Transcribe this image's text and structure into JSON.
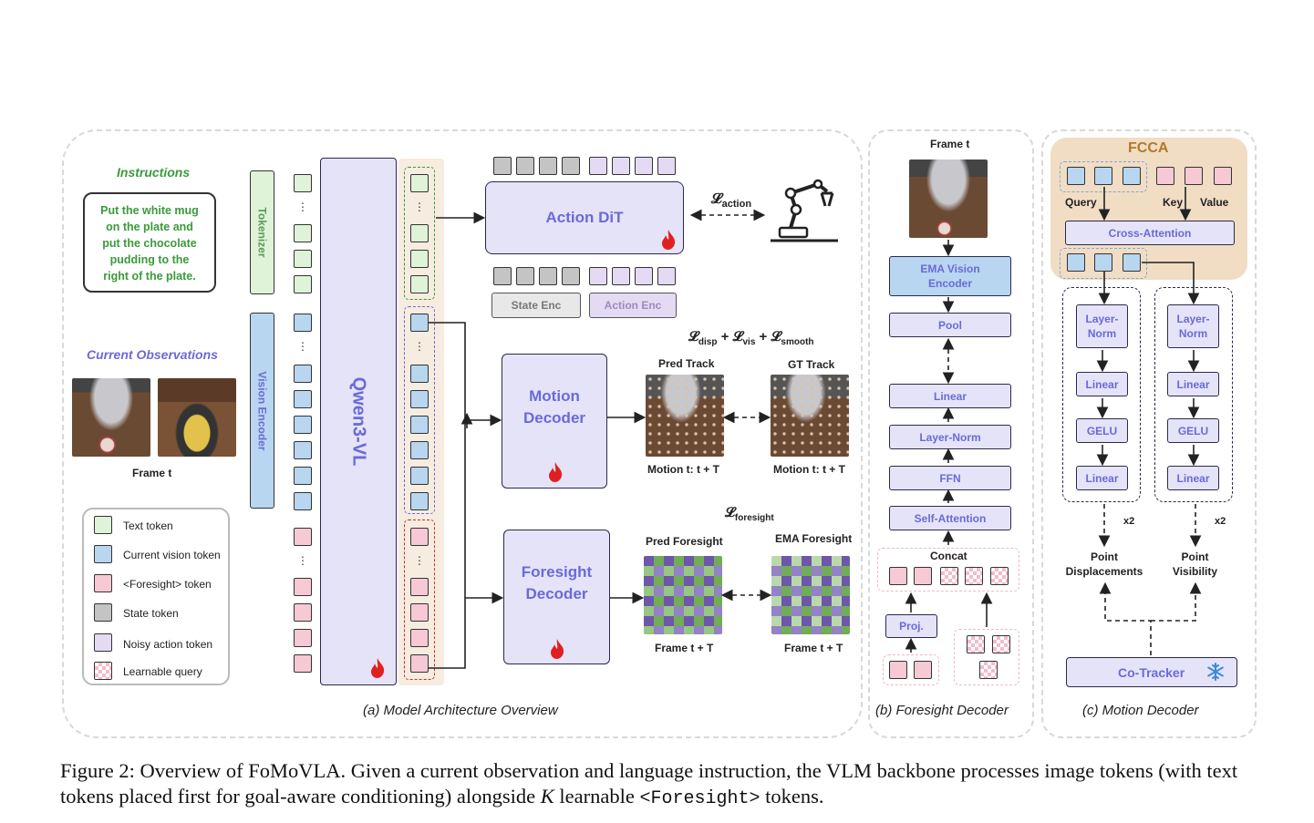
{
  "panels": {
    "a": "(a) Model Architecture Overview",
    "b": "(b) Foresight Decoder",
    "c": "(c) Motion Decoder"
  },
  "left": {
    "instructions_title": "Instructions",
    "instruction_lines": [
      "Put the white mug",
      "on the plate and",
      "put the chocolate",
      "pudding to the",
      "right of the plate."
    ],
    "observations_title": "Current Observations",
    "frame_label": "Frame t",
    "tokenizer": "Tokenizer",
    "vision_encoder": "Vision Encoder",
    "backbone": "Qwen3-VL",
    "dots": "⋮"
  },
  "legend": [
    {
      "label": "Text token",
      "color": "#dff3d8"
    },
    {
      "label": "Current vision token",
      "color": "#b8d6f0"
    },
    {
      "label": "<Foresight> token",
      "color": "#f6c9d4"
    },
    {
      "label": "State token",
      "color": "#c4c4c4"
    },
    {
      "label": "Noisy action token",
      "color": "#e5daf3"
    },
    {
      "label": "Learnable query",
      "color": "checker"
    }
  ],
  "middle": {
    "action_dit": "Action DiT",
    "state_enc": "State Enc",
    "action_enc": "Action Enc",
    "loss_action_main": "𝓛",
    "loss_action_sub": "action",
    "loss_motion": {
      "l1": "𝓛",
      "s1": "disp",
      "plus1": " + ",
      "l2": "𝓛",
      "s2": "vis",
      "plus2": " + ",
      "l3": "𝓛",
      "s3": "smooth"
    },
    "loss_foresight_main": "𝓛",
    "loss_foresight_sub": "foresight",
    "motion_decoder": "Motion Decoder",
    "foresight_decoder": "Foresight Decoder",
    "pred_track": "Pred Track",
    "gt_track": "GT Track",
    "motion_caption_1": "Motion t: t + T",
    "motion_caption_2": "Motion t: t + T",
    "pred_foresight": "Pred Foresight",
    "ema_foresight": "EMA Foresight",
    "frame_caption_1": "Frame t + T",
    "frame_caption_2": "Frame t + T"
  },
  "foresight_decoder": {
    "frame_label": "Frame t",
    "ema_vision_encoder": "EMA Vision Encoder",
    "pool": "Pool",
    "linear": "Linear",
    "layer_norm": "Layer-Norm",
    "ffn": "FFN",
    "self_attention": "Self-Attention",
    "concat": "Concat",
    "proj": "Proj."
  },
  "motion_decoder": {
    "fcca": "FCCA",
    "query": "Query",
    "key": "Key",
    "value": "Value",
    "cross_attention": "Cross-Attention",
    "layer_norm_1": "Layer- Norm",
    "layer_norm_2": "Layer- Norm",
    "linear_1a": "Linear",
    "linear_1b": "Linear",
    "linear_2a": "Linear",
    "linear_2b": "Linear",
    "gelu_1": "GELU",
    "gelu_2": "GELU",
    "x2_1": "x2",
    "x2_2": "x2",
    "point_displacements": "Point Displacements",
    "point_visibility": "Point Visibility",
    "co_tracker": "Co-Tracker"
  },
  "caption": {
    "part1": "Figure 2: Overview of FoMoVLA. Given a current observation and language instruction, the VLM backbone processes image tokens (with text tokens placed first for goal-aware conditioning) alongside ",
    "k": "K",
    "part2": " learnable ",
    "token": "<Foresight>",
    "part3": " tokens."
  },
  "colors": {
    "accent_purple": "#6a6ad8",
    "instruction_green": "#3a9a3a",
    "fcca_bg": "#f1ddc4",
    "fcca_title": "#b07a2a",
    "flame": "#e02020"
  }
}
